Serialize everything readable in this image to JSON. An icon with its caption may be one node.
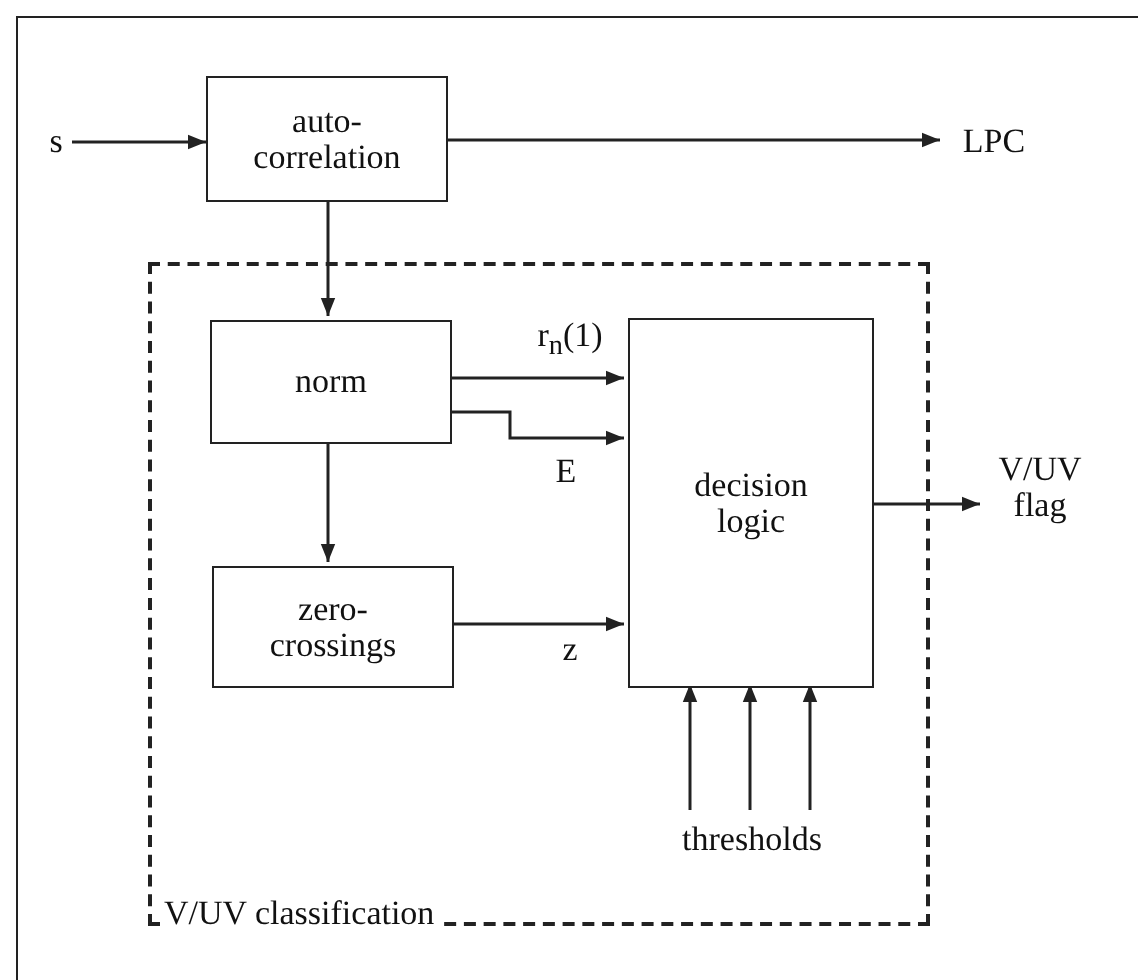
{
  "diagram": {
    "nodes": [
      {
        "text": [
          "s"
        ]
      },
      {
        "text": [
          "auto- correlation"
        ]
      },
      {
        "text": [
          "LPC"
        ]
      },
      {
        "text": [
          "V/UV classification"
        ]
      },
      {
        "text": [
          "norm"
        ],
        "in": 3
      },
      {
        "text": [
          "zero- crossings"
        ],
        "in": 3
      },
      {
        "text": [
          "decision logic"
        ],
        "in": 3
      },
      {
        "text": [
          "V/UV flag"
        ]
      },
      {
        "text": [
          "thresholds"
        ],
        "in": 3
      }
    ],
    "edges": [
      {
        "from": 0,
        "to": 1,
        "arrow": "to"
      },
      {
        "from": 1,
        "to": 2,
        "arrow": "to"
      },
      {
        "from": 1,
        "to": 4,
        "arrow": "to"
      },
      {
        "from": 4,
        "to": 6,
        "arrow": "to",
        "label": "r$_{n}$(1)"
      },
      {
        "from": 4,
        "to": 6,
        "arrow": "to",
        "label": "E"
      },
      {
        "from": 4,
        "to": 5,
        "arrow": "to"
      },
      {
        "from": 5,
        "to": 6,
        "arrow": "to",
        "label": "z"
      },
      {
        "from": 8,
        "to": 6,
        "arrow": "to"
      },
      {
        "from": 8,
        "to": 6,
        "arrow": "to"
      },
      {
        "from": 8,
        "to": 6,
        "arrow": "to"
      },
      {
        "from": 6,
        "to": 7,
        "arrow": "to"
      }
    ]
  }
}
